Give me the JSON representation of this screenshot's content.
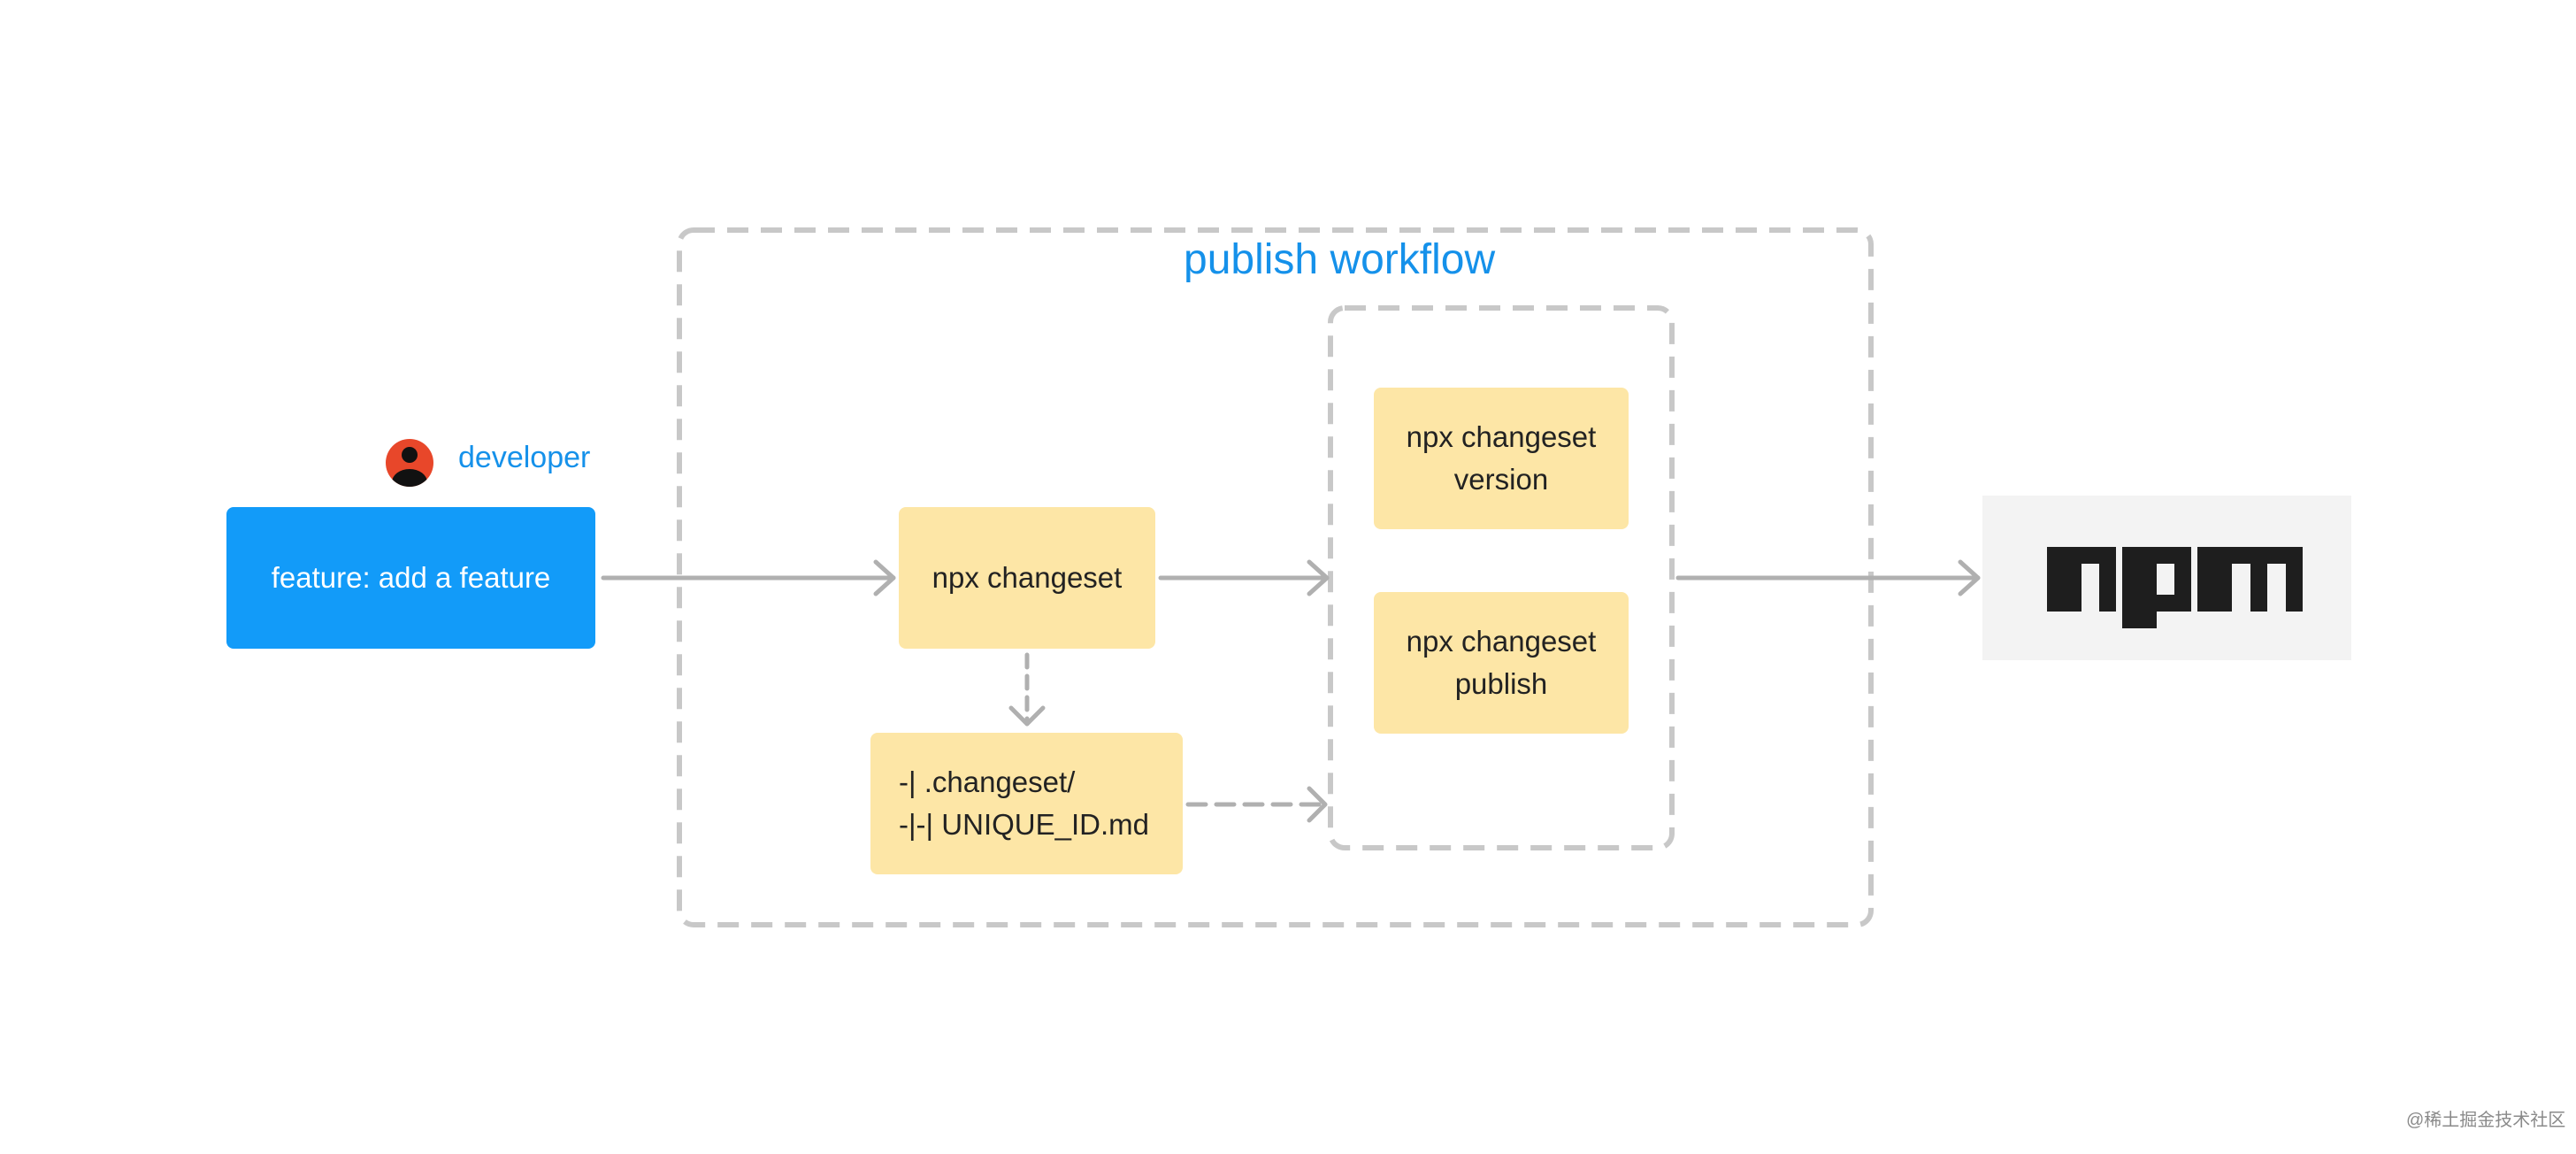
{
  "title": "publish workflow",
  "developer": {
    "label": "developer"
  },
  "commit_box": {
    "label": "feature: add a feature"
  },
  "changeset_box": {
    "label": "npx changeset"
  },
  "file_box": {
    "line1": "-| .changeset/",
    "line2": "-|-| UNIQUE_ID.md"
  },
  "version_box": {
    "line1": "npx changeset",
    "line2": "version"
  },
  "publish_box": {
    "line1": "npx changeset",
    "line2": "publish"
  },
  "registry": {
    "logo_text": "npm"
  },
  "watermark": "@稀土掘金技术社区",
  "colors": {
    "accent_blue": "#129bf9",
    "title_blue": "#1591ea",
    "box_yellow": "#fde6a6",
    "dashed_gray": "#c8c8c8",
    "arrow_gray": "#b0b0b0",
    "avatar_red": "#e8472a"
  }
}
